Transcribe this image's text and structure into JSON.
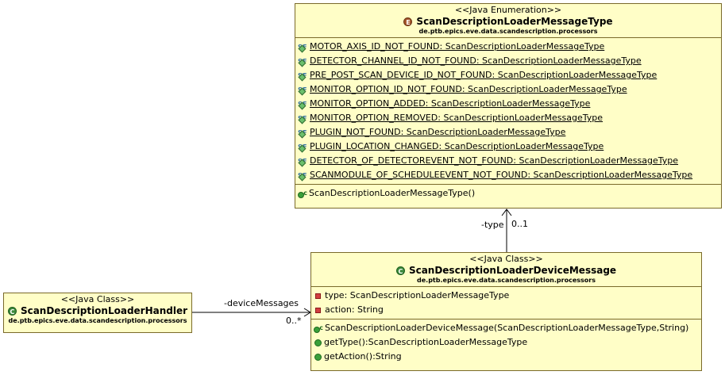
{
  "enumeration": {
    "stereotype": "<<Java Enumeration>>",
    "name": "ScanDescriptionLoaderMessageType",
    "package": "de.ptb.epics.eve.data.scandescription.processors",
    "icon": "enum-e-icon",
    "literals": [
      "MOTOR_AXIS_ID_NOT_FOUND: ScanDescriptionLoaderMessageType",
      "DETECTOR_CHANNEL_ID_NOT_FOUND: ScanDescriptionLoaderMessageType",
      "PRE_POST_SCAN_DEVICE_ID_NOT_FOUND: ScanDescriptionLoaderMessageType",
      "MONITOR_OPTION_ID_NOT_FOUND: ScanDescriptionLoaderMessageType",
      "MONITOR_OPTION_ADDED: ScanDescriptionLoaderMessageType",
      "MONITOR_OPTION_REMOVED: ScanDescriptionLoaderMessageType",
      "PLUGIN_NOT_FOUND: ScanDescriptionLoaderMessageType",
      "PLUGIN_LOCATION_CHANGED: ScanDescriptionLoaderMessageType",
      "DETECTOR_OF_DETECTOREVENT_NOT_FOUND: ScanDescriptionLoaderMessageType",
      "SCANMODULE_OF_SCHEDULEEVENT_NOT_FOUND: ScanDescriptionLoaderMessageType"
    ],
    "constructor": "ScanDescriptionLoaderMessageType()"
  },
  "device_message": {
    "stereotype": "<<Java Class>>",
    "name": "ScanDescriptionLoaderDeviceMessage",
    "package": "de.ptb.epics.eve.data.scandescription.processors",
    "icon": "class-c-icon",
    "fields": [
      "type: ScanDescriptionLoaderMessageType",
      "action: String"
    ],
    "constructor": "ScanDescriptionLoaderDeviceMessage(ScanDescriptionLoaderMessageType,String)",
    "methods": [
      "getType():ScanDescriptionLoaderMessageType",
      "getAction():String"
    ]
  },
  "handler": {
    "stereotype": "<<Java Class>>",
    "name": "ScanDescriptionLoaderHandler",
    "package": "de.ptb.epics.eve.data.scandescription.processors",
    "icon": "class-c-icon"
  },
  "associations": {
    "type_role": "-type",
    "type_multiplicity": "0..1",
    "messages_role": "-deviceMessages",
    "messages_multiplicity": "0..*"
  },
  "colors": {
    "box_fill": "#fffec7",
    "box_border": "#7a6a2a",
    "line": "#000000"
  }
}
